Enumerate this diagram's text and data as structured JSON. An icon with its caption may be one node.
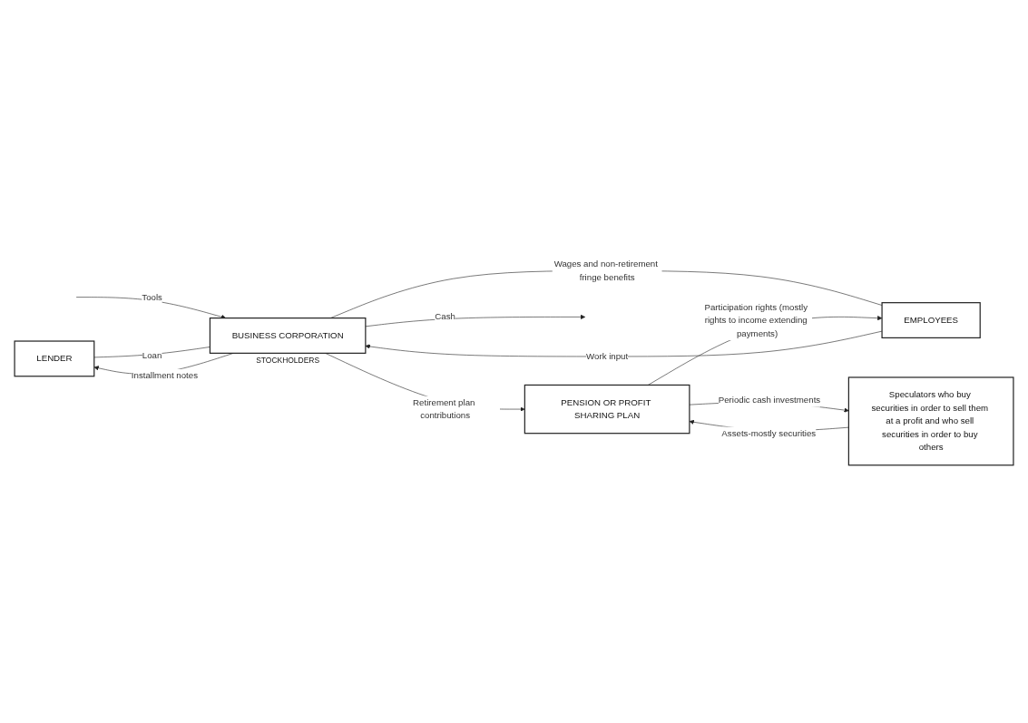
{
  "diagram": {
    "nodes": [
      {
        "text": [
          "LENDER"
        ]
      },
      {
        "text": [
          "BUSINESS CORPORATION"
        ],
        "beside": [
          "STOCKHOLDERS"
        ]
      },
      {
        "text": [
          "EMPLOYEES"
        ]
      },
      {
        "text": [
          "Speculators who buy securities in order to sell them at a profit and who sell securities in order to buy others"
        ]
      },
      {
        "text": [
          "PENSION OR PROFIT SHARING PLAN"
        ]
      }
    ],
    "edges": [
      {
        "from": null,
        "to": 1,
        "arrow": "to",
        "label": "Tools"
      },
      {
        "from": 1,
        "to": null,
        "arrow": "to",
        "label": "Cash"
      },
      {
        "from": 0,
        "to": 1,
        "arrow": "none",
        "label": "Loan"
      },
      {
        "from": 1,
        "to": 0,
        "arrow": "to",
        "label": "Installment notes"
      },
      {
        "from": 2,
        "to": 1,
        "arrow": "to",
        "label": "Work input"
      },
      {
        "from": 1,
        "to": 2,
        "arrow": "none",
        "label": "Wages and non-retirement fringe benefits"
      },
      {
        "from": 1,
        "to": 4,
        "arrow": "to",
        "label": "Retirement plan contributions"
      },
      {
        "from": 4,
        "to": 2,
        "arrow": "to",
        "label": "Participation rights (mostly rights to income extending payments)"
      },
      {
        "from": 4,
        "to": 3,
        "arrow": "to",
        "label": "Periodic cash investments"
      },
      {
        "from": 3,
        "to": 4,
        "arrow": "to",
        "label": "Assets-mostly securities"
      }
    ]
  }
}
